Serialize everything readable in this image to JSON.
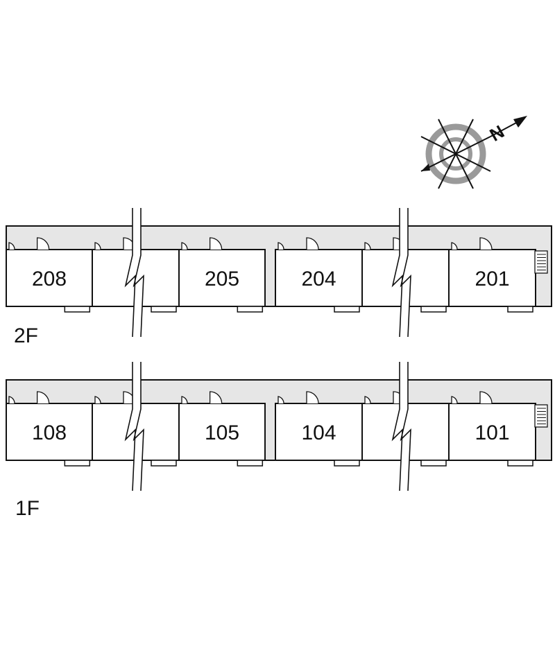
{
  "compass": {
    "north_label": "N",
    "ring_color": "#999999"
  },
  "colors": {
    "corridor": "#e6e6e6",
    "line": "#111111",
    "room": "#ffffff"
  },
  "floors": [
    {
      "label": "2F",
      "units": [
        {
          "number": "208",
          "visible": true
        },
        {
          "number": "",
          "visible": false
        },
        {
          "number": "205",
          "visible": true
        },
        {
          "number": "204",
          "visible": true
        },
        {
          "number": "",
          "visible": false
        },
        {
          "number": "201",
          "visible": true
        }
      ]
    },
    {
      "label": "1F",
      "units": [
        {
          "number": "108",
          "visible": true
        },
        {
          "number": "",
          "visible": false
        },
        {
          "number": "105",
          "visible": true
        },
        {
          "number": "104",
          "visible": true
        },
        {
          "number": "",
          "visible": false
        },
        {
          "number": "101",
          "visible": true
        }
      ]
    }
  ]
}
